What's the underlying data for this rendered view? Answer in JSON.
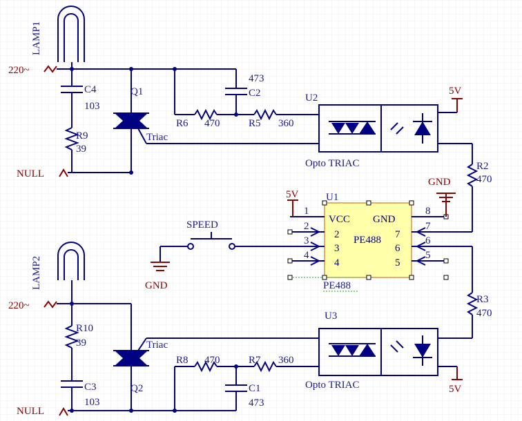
{
  "lamps": [
    {
      "label": "LAMP1",
      "supply": "220~",
      "null": "NULL"
    },
    {
      "label": "LAMP2",
      "supply": "220~",
      "null": "NULL"
    }
  ],
  "capacitors": {
    "C4": {
      "ref": "C4",
      "value": "103"
    },
    "C2": {
      "ref": "C2",
      "value": "473"
    },
    "C3": {
      "ref": "C3",
      "value": "103"
    },
    "C1": {
      "ref": "C1",
      "value": "473"
    }
  },
  "resistors": {
    "R9": {
      "ref": "R9",
      "value": "39"
    },
    "R10": {
      "ref": "R10",
      "value": "39"
    },
    "R6": {
      "ref": "R6",
      "value": "470"
    },
    "R5": {
      "ref": "R5",
      "value": "360"
    },
    "R8": {
      "ref": "R8",
      "value": "470"
    },
    "R7": {
      "ref": "R7",
      "value": "360"
    },
    "R2": {
      "ref": "R2",
      "value": "470"
    },
    "R3": {
      "ref": "R3",
      "value": "470"
    }
  },
  "triacs": {
    "Q1": {
      "ref": "Q1",
      "type": "Triac"
    },
    "Q2": {
      "ref": "Q2",
      "type": "Triac"
    }
  },
  "optos": {
    "U2": {
      "ref": "U2",
      "type": "Opto TRIAC"
    },
    "U3": {
      "ref": "U3",
      "type": "Opto TRIAC"
    }
  },
  "chip": {
    "ref": "U1",
    "name": "PE488",
    "footprint": "PE488",
    "vcc": "VCC",
    "gnd": "GND",
    "pins_left": [
      "1",
      "2",
      "3",
      "4"
    ],
    "pins_right": [
      "8",
      "7",
      "6",
      "5"
    ],
    "inner_left": [
      "2",
      "3",
      "4"
    ],
    "inner_right": [
      "7",
      "6",
      "5"
    ]
  },
  "switch": {
    "label": "SPEED"
  },
  "power": {
    "v5": "5V",
    "gnd": "GND"
  },
  "colors": {
    "wire": "#000080",
    "power": "#8b0000",
    "chip_fill": "#ffffaa"
  }
}
